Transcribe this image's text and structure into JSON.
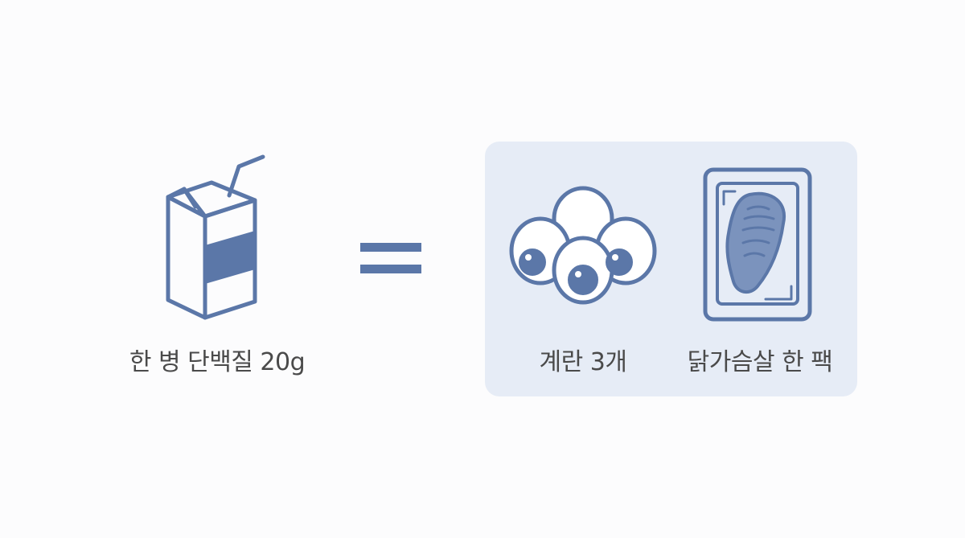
{
  "left": {
    "icon": "protein-drink-carton-icon",
    "label": "한 병 단백질 20g"
  },
  "operator": {
    "icon": "equals-icon"
  },
  "equivalents": {
    "items": [
      {
        "icon": "eggs-icon",
        "label": "계란 3개"
      },
      {
        "icon": "chicken-breast-pack-icon",
        "label": "닭가슴살 한 팩"
      }
    ]
  },
  "colors": {
    "icon_blue": "#5b77a8",
    "panel_bg": "#e6ecf6",
    "text": "#4a4a4a",
    "background": "#fcfcfd"
  }
}
